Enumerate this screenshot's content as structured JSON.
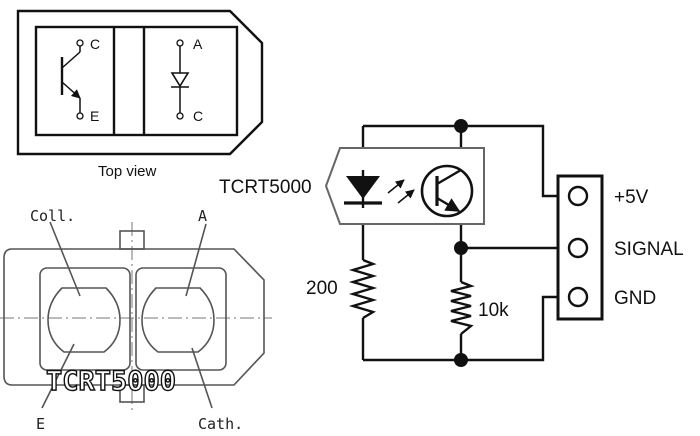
{
  "top_view": {
    "caption": "Top view",
    "transistor_pins": {
      "collector": "C",
      "emitter": "E"
    },
    "diode_pins": {
      "anode": "A",
      "cathode": "C"
    }
  },
  "package": {
    "marking": "TCRT5000",
    "pin_labels": {
      "collector": "Coll.",
      "anode": "A",
      "emitter": "E",
      "cathode": "Cath."
    }
  },
  "schematic": {
    "sensor_label": "TCRT5000",
    "led_resistor": "200",
    "pulldown_resistor": "10k",
    "connector": {
      "pin1": "+5V",
      "pin2": "SIGNAL",
      "pin3": "GND"
    }
  }
}
